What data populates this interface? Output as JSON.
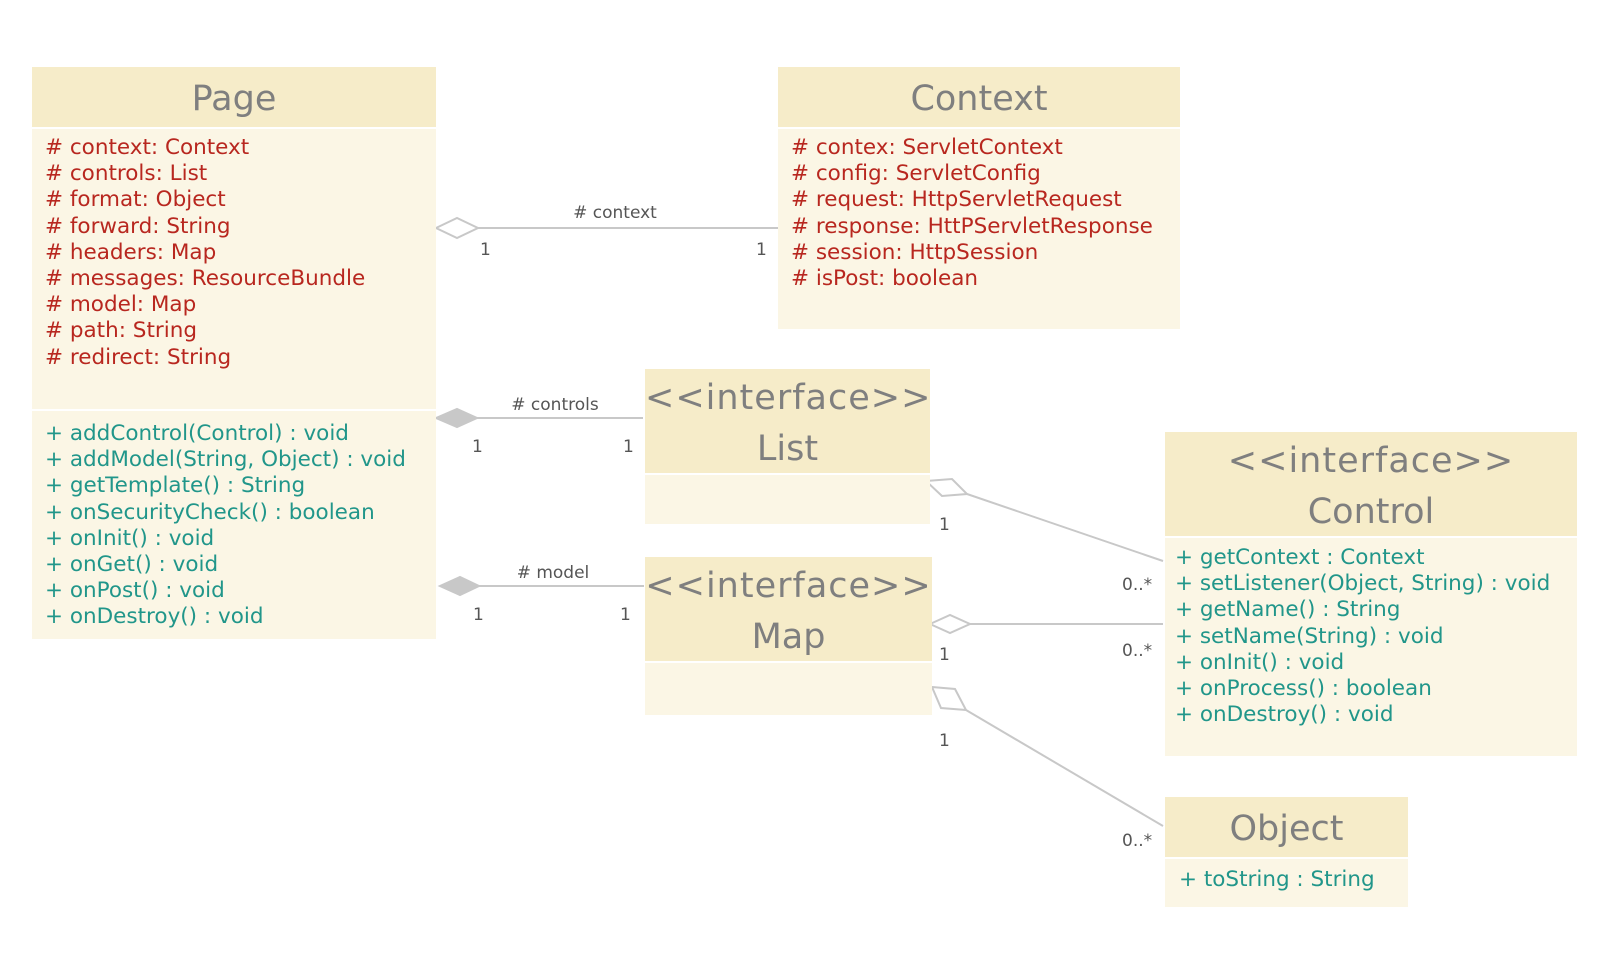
{
  "classes": {
    "page": {
      "name": "Page",
      "attributes": [
        "# context: Context",
        "# controls: List",
        "# format: Object",
        "# forward: String",
        "# headers: Map",
        "# messages: ResourceBundle",
        "# model: Map",
        "# path: String",
        "# redirect: String"
      ],
      "operations": [
        "+ addControl(Control) : void",
        "+ addModel(String, Object) : void",
        "+ getTemplate() : String",
        "+ onSecurityCheck() : boolean",
        "+ onInit() : void",
        "+ onGet() : void",
        "+ onPost() : void",
        "+ onDestroy() : void"
      ]
    },
    "context": {
      "name": "Context",
      "attributes": [
        "# contex: ServletContext",
        "# config: ServletConfig",
        "# request: HttpServletRequest",
        "# response: HttPServletResponse",
        "# session: HttpSession",
        "# isPost: boolean"
      ]
    },
    "list": {
      "stereotype": "<<interface>>",
      "name": "List"
    },
    "map": {
      "stereotype": "<<interface>>",
      "name": "Map"
    },
    "control": {
      "stereotype": "<<interface>>",
      "name": "Control",
      "operations": [
        "+ getContext : Context",
        "+ setListener(Object, String) : void",
        "+ getName() : String",
        "+ setName(String) : void",
        "+ onInit() : void",
        "+ onProcess() : boolean",
        "+ onDestroy() : void"
      ]
    },
    "object": {
      "name": "Object",
      "operations": [
        "+ toString : String"
      ]
    }
  },
  "associations": {
    "page_context": {
      "label": "# context",
      "source_mult": "1",
      "target_mult": "1"
    },
    "page_list": {
      "label": "# controls",
      "source_mult": "1",
      "target_mult": "1"
    },
    "page_map": {
      "label": "# model",
      "source_mult": "1",
      "target_mult": "1"
    },
    "list_control": {
      "source_mult": "1",
      "target_mult": "0..*"
    },
    "map_control": {
      "source_mult": "1",
      "target_mult": "0..*"
    },
    "map_object": {
      "source_mult": "1",
      "target_mult": "0..*"
    }
  },
  "colors": {
    "header_fill": "#f6ecc9",
    "body_fill": "#fbf6e5",
    "title_text": "#7f7f7f",
    "attribute_text": "#b8271f",
    "operation_text": "#21968a",
    "connector": "#c8c8c8"
  }
}
